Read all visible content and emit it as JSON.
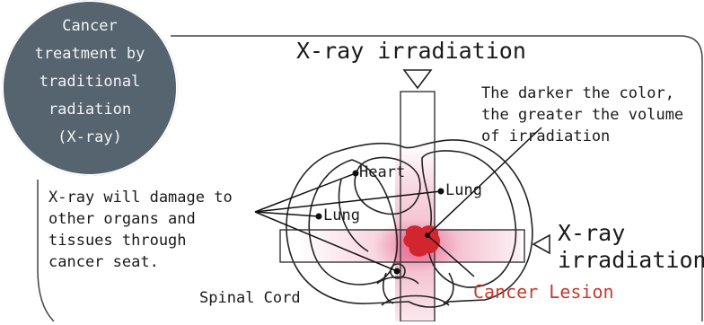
{
  "badge": {
    "text": "Cancer\ntreatment by\ntraditional\nradiation\n(X-ray)"
  },
  "beam_top_label": "X-ray irradiation",
  "beam_side_label": "X-ray\nirradiation",
  "note": "The darker the color,\nthe greater the volume\nof irradiation",
  "damage_note": "X-ray will damage to\nother organs and\ntissues through\ncancer seat.",
  "organs": {
    "heart": "Heart",
    "lung_right": "Lung",
    "lung_left": "Lung",
    "spinal_cord": "Spinal Cord"
  },
  "lesion_label": "Cancer Lesion",
  "colors": {
    "badge": "#56646f",
    "lesion": "#d1262d",
    "radiation": "#e8789a",
    "lesion_label": "#c93a2c"
  }
}
